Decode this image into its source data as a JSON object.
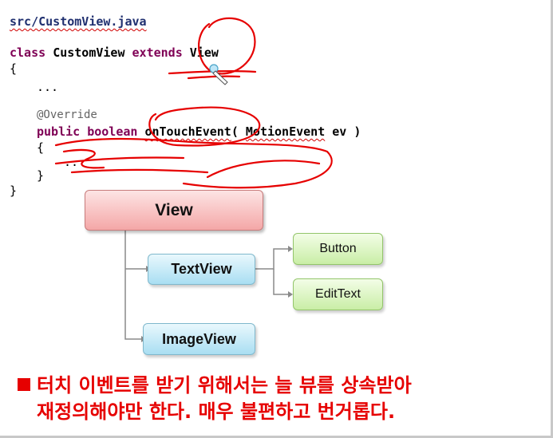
{
  "code": {
    "file_name": "src/CustomView.java",
    "line_class": [
      "class ",
      "CustomView",
      " extends ",
      "View"
    ],
    "open_brace": "{",
    "ellipsis": "...",
    "annotation": "@Override",
    "method_parts": [
      "public ",
      "boolean ",
      "onTouchEvent",
      "( ",
      "MotionEvent",
      " ev )"
    ],
    "inner_open": "{",
    "inner_dots": "..",
    "inner_close": "}",
    "close_brace": "}"
  },
  "hierarchy": {
    "root": "View",
    "textview": "TextView",
    "imageview": "ImageView",
    "button": "Button",
    "edittext": "EditText"
  },
  "note": {
    "line1": "터치 이벤트를 받기 위해서는 늘 뷰를 상속받아",
    "line2": "재정의해야만 한다. 매우 불편하고 번거롭다."
  },
  "colors": {
    "annotation_red": "#e60000",
    "keyword": "#7f0055",
    "view_box": "#f4a7a7",
    "blue_box": "#a9def2",
    "green_box": "#c9eea6"
  }
}
